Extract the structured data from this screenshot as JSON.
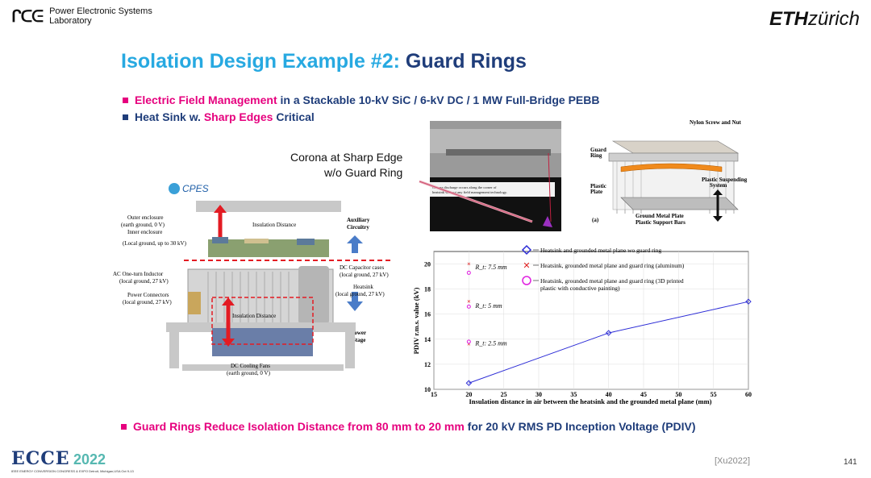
{
  "header": {
    "pes_mark": "ᒋᑕᕮ",
    "pes_line1": "Power Electronic Systems",
    "pes_line2": "Laboratory",
    "eth_bold": "ETH",
    "eth_light": "zürich"
  },
  "title": {
    "part1": "Isolation Design Example #2:",
    "part2": "Guard Rings"
  },
  "bullets": {
    "b1_pink": "Electric Field Management",
    "b1_rest": "in a Stackable 10-kV SiC / 6-kV DC / 1 MW Full-Bridge PEBB",
    "b2_pre": "Heat Sink w.",
    "b2_pink": "Sharp Edges",
    "b2_post": "Critical",
    "b3_pink": "Guard Rings Reduce Isolation Distance from 80 mm to 20 mm",
    "b3_rest": "for 20 kV RMS PD Inception Voltage (PDIV)"
  },
  "corona": {
    "line1": "Corona at Sharp Edge",
    "line2": "w/o Guard Ring",
    "caption": "Corona discharge occurs along the corner of heatsink without any field management technology."
  },
  "apparatus": {
    "cpes": "CPES",
    "outer_enclosure": "Outer enclosure",
    "outer_ground": "(earth ground, 0 V)",
    "inner_enclosure": "Inner enclosure",
    "inner_ground": "(Local ground, up to 30 kV)",
    "insulation_distance_top": "Insulation Distance",
    "aux": "Auxiliary",
    "aux2": "Circuitry",
    "ac_inductor": "AC One-turn Inductor",
    "ac_ground": "(local ground, 27 kV)",
    "power_conn": "Power Connectors",
    "power_conn_ground": "(local ground, 27 kV)",
    "dc_cap": "DC Capacitor cases",
    "dc_cap_ground": "(local ground, 27 kV)",
    "heatsink": "Heatsink",
    "heatsink_ground": "(local ground, 27 kV)",
    "insulation_distance_bottom": "Insulation Distance",
    "power_stage": "Power",
    "power_stage2": "Stage",
    "fans": "DC Cooling Fans",
    "fans_ground": "(earth ground, 0 V)"
  },
  "ring_photo": {
    "nylon": "Nylon Screw and Nut",
    "guard_ring": "Guard",
    "guard_ring2": "Ring",
    "plastic_plate": "Plastic",
    "plastic_plate2": "Plate",
    "plastic_suspending": "Plastic Suspending",
    "plastic_suspending2": "System",
    "ground_plate": "Ground Metal Plate",
    "support_bars": "Plastic Support Bars",
    "label_a": "(a)"
  },
  "chart_data": {
    "type": "scatter",
    "xlabel": "Insulation distance in air between the heatsink and the grounded metal plane (mm)",
    "ylabel": "PDIV r.m.s. value (kV)",
    "xlim": [
      15,
      60
    ],
    "ylim": [
      10,
      21
    ],
    "xticks": [
      15,
      20,
      25,
      30,
      35,
      40,
      45,
      50,
      55,
      60
    ],
    "yticks": [
      10,
      12,
      14,
      16,
      18,
      20
    ],
    "series": [
      {
        "name": "Heatsink and grounded metal plane wo guard ring",
        "marker": "diamond",
        "color": "#2b2bd6",
        "x": [
          20,
          40,
          60
        ],
        "y": [
          10.5,
          14.5,
          17
        ],
        "line": true
      },
      {
        "name": "Heatsink, grounded metal plane and guard ring (aluminum)",
        "marker": "x",
        "color": "#e02020",
        "x": [
          20,
          20,
          20
        ],
        "y": [
          13.6,
          17.0,
          20.0
        ],
        "line": false
      },
      {
        "name": "Heatsink, grounded metal plane and guard ring (3D printed plastic with conductive painting)",
        "marker": "circle",
        "color": "#e020e0",
        "x": [
          20,
          20,
          20
        ],
        "y": [
          13.8,
          16.6,
          19.3
        ],
        "line": false
      }
    ],
    "annotations": [
      "R_t: 7.5 mm",
      "R_t: 5 mm",
      "R_t: 2.5 mm"
    ],
    "legend_position": "top-right"
  },
  "footer": {
    "ref": "[Xu2022]",
    "page": "141",
    "ecce": "ECCE",
    "ecce_year": "2022",
    "ecce_sub": "IEEE ENERGY CONVERSION CONGRESS & EXPO Detroit, Michigan,USA Oct 9-13"
  }
}
